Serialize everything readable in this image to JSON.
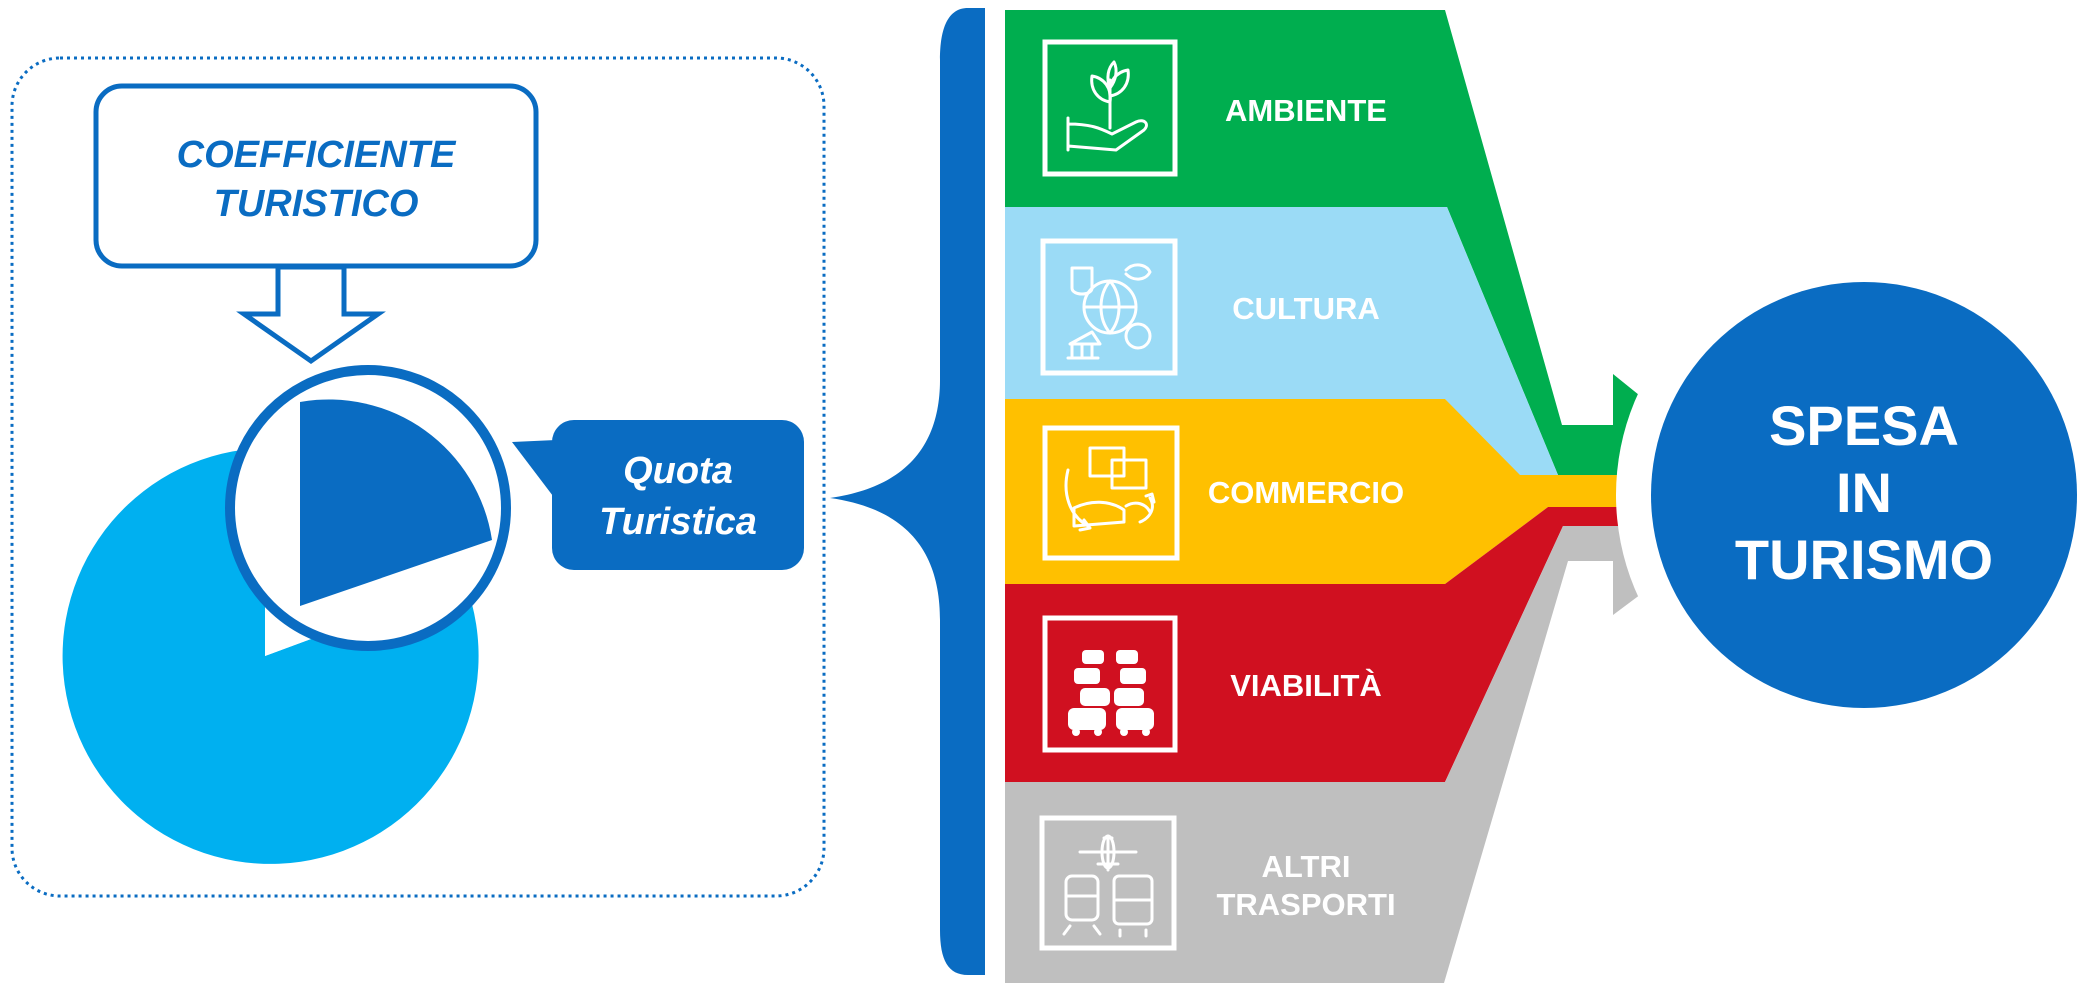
{
  "left_panel": {
    "coefficient_label_line1": "COEFFICIENTE",
    "coefficient_label_line2": "TURISTICO",
    "share_label_line1": "Quota",
    "share_label_line2": "Turistica"
  },
  "categories": [
    {
      "key": "ambiente",
      "label_lines": [
        "AMBIENTE"
      ],
      "icon": "plant-in-hand-icon",
      "color": "#00AE4F"
    },
    {
      "key": "cultura",
      "label_lines": [
        "CULTURA"
      ],
      "icon": "culture-globe-icon",
      "color": "#9BDBF6"
    },
    {
      "key": "commercio",
      "label_lines": [
        "COMMERCIO"
      ],
      "icon": "commerce-exchange-icon",
      "color": "#FFC000"
    },
    {
      "key": "viabilita",
      "label_lines": [
        "VIABILITÀ"
      ],
      "icon": "traffic-cars-icon",
      "color": "#D01020"
    },
    {
      "key": "altri_trasporti",
      "label_lines": [
        "ALTRI",
        "TRASPORTI"
      ],
      "icon": "transport-vehicles-icon",
      "color": "#BFBFBF"
    }
  ],
  "result": {
    "label_lines": [
      "SPESA",
      "IN",
      "TURISMO"
    ],
    "color": "#0A6CC2"
  },
  "colors": {
    "dark_blue": "#0A6CC2",
    "light_blue": "#00B0F0",
    "white": "#FFFFFF"
  }
}
